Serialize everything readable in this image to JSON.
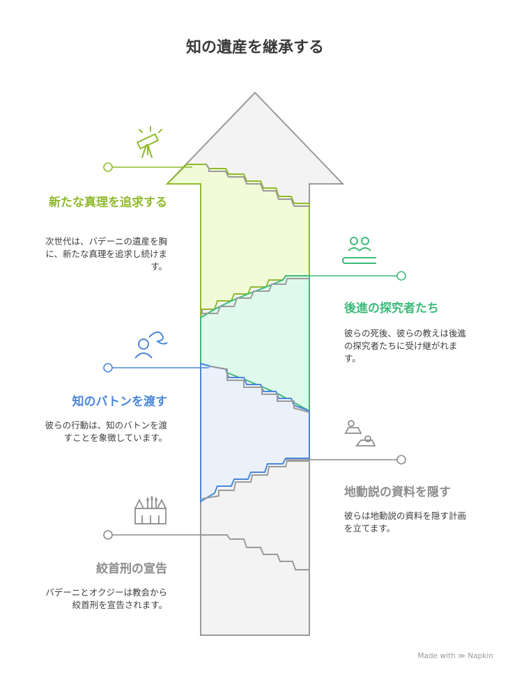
{
  "title": "知の遺産を継承する",
  "steps": [
    {
      "title": "新たな真理を追求する",
      "desc": "次世代は、バデーニの遺産を胸に、新たな真理を追求し続けます。",
      "icon": "telescope-icon",
      "color": "#8fba2d"
    },
    {
      "title": "後進の探究者たち",
      "desc": "彼らの死後、彼らの教えは後進の探究者たちに受け継がれます。",
      "icon": "people-icon",
      "color": "#3cba78"
    },
    {
      "title": "知のバトンを渡す",
      "desc": "彼らの行動は、知のバトンを渡すことを象徴しています。",
      "icon": "person-thinking-icon",
      "color": "#4a86d9"
    },
    {
      "title": "地動説の資料を隠す",
      "desc": "彼らは地動説の資料を隠す計画を立てます。",
      "icon": "people-hiding-icon",
      "color": "#8c8c8c"
    },
    {
      "title": "絞首刑の宣告",
      "desc": "バデーニとオクジーは教会から絞首刑を宣告されます。",
      "icon": "church-icon",
      "color": "#8c8c8c"
    }
  ],
  "credit": "Made with ≫ Napkin"
}
